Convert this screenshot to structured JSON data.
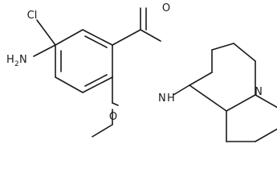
{
  "atoms": {
    "chlorine": "Cl",
    "amine_n": "N",
    "amine_h": "H",
    "amine_sub": "2",
    "carbonyl_o": "O",
    "amide_n": "N",
    "amide_h": "H",
    "methoxy_o": "O",
    "ring_n": "N"
  }
}
